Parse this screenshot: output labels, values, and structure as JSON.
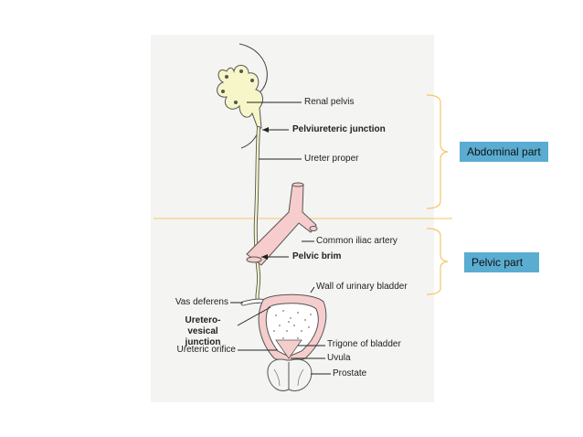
{
  "labels": {
    "renal_pelvis": "Renal pelvis",
    "pelviureteric_junction": "Pelviureteric junction",
    "ureter_proper": "Ureter proper",
    "common_iliac_artery": "Common iliac artery",
    "pelvic_brim": "Pelvic brim",
    "wall_of_urinary_bladder": "Wall of urinary bladder",
    "vas_deferens": "Vas deferens",
    "uretero_vesical_junction": "Uretero-vesical junction",
    "ureteric_orifice": "Ureteric orifice",
    "trigone_of_bladder": "Trigone of bladder",
    "uvula": "Uvula",
    "prostate": "Prostate"
  },
  "regions": {
    "abdominal": "Abdominal part",
    "pelvic": "Pelvic part"
  },
  "colors": {
    "tag_fill": "#5aacd1",
    "bracket": "#f3c766",
    "divider": "#f3c766",
    "kidney": "#f6f6c8",
    "artery": "#f7cccc",
    "bladder_wall": "#f5cdcd"
  }
}
